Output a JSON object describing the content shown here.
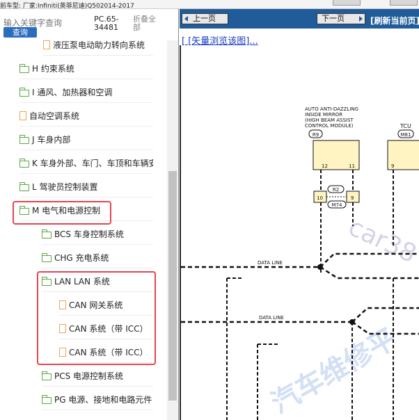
{
  "topbar": {
    "vehicle_text": "前车型:  厂家:Infiniti(英菲尼迪)Q502014-2017"
  },
  "left_panel": {
    "search_placeholder": "输入关键字查询",
    "search_button": "查询",
    "pc_code": "PC.65-34481",
    "collapse_all": "折叠全部"
  },
  "tree": [
    {
      "label": "液压泵电动助力转向系统",
      "icon": "doc-icon",
      "level": 2
    },
    {
      "label": "H 约束系统",
      "icon": "folder-icon",
      "level": 1
    },
    {
      "label": "I 通风、加热器和空调",
      "icon": "folder-icon",
      "level": 1
    },
    {
      "label": "自动空调系统",
      "icon": "doc-icon",
      "level": 1
    },
    {
      "label": "J 车身内部",
      "icon": "folder-icon",
      "level": 1
    },
    {
      "label": "K 车身外部、车门、车顶和车辆安",
      "icon": "folder-icon",
      "level": 1
    },
    {
      "label": "L 驾驶员控制装置",
      "icon": "folder-icon",
      "level": 1
    },
    {
      "label": "M 电气和电源控制",
      "icon": "folder-open-icon",
      "level": 1
    },
    {
      "label": "BCS 车身控制系统",
      "icon": "folder-icon",
      "level": 2
    },
    {
      "label": "CHG 充电系统",
      "icon": "folder-icon",
      "level": 2
    },
    {
      "label": "LAN LAN 系统",
      "icon": "folder-open-icon",
      "level": 2
    },
    {
      "label": "CAN 网关系统",
      "icon": "doc-icon",
      "level": 3
    },
    {
      "label": "CAN 系统（带 ICC）",
      "icon": "doc-icon",
      "level": 3
    },
    {
      "label": "CAN 系统（带 ICC）",
      "icon": "doc-icon",
      "level": 3
    },
    {
      "label": "PCS 电源控制系统",
      "icon": "folder-icon",
      "level": 2
    },
    {
      "label": "PG 电源、接地和电路元件",
      "icon": "folder-icon",
      "level": 2
    }
  ],
  "viewer": {
    "prev_page": "上一页",
    "next_page": "下一页",
    "refresh": "[刷新当前页]",
    "vector_view": "[ [矢量浏览该图]..."
  },
  "diagram": {
    "mirror_label_lines": [
      "AUTO ANTI-DAZZLING",
      "INSIDE MIRROR",
      "(HIGH BEAM ASSIST",
      "CONTROL MODULE)"
    ],
    "mirror_connector": "R9",
    "mirror_pins": [
      "12",
      "11"
    ],
    "tcu_label": "TCU",
    "tcu_connector": "M81",
    "tcu_pin": "9",
    "joint_top": "R2",
    "joint_bottom": "M74",
    "joint_pins": [
      "10",
      "9"
    ],
    "data_line_1": "DATA LINE",
    "data_line_2": "DATA LINE",
    "watermark_1": "car38",
    "watermark_2": "汽车维修平"
  },
  "colors": {
    "accent": "#1f5c99",
    "highlight": "#e8424f",
    "folder": "#58a841",
    "doc": "#e8a84e",
    "module_fill": "#fff4c2"
  }
}
